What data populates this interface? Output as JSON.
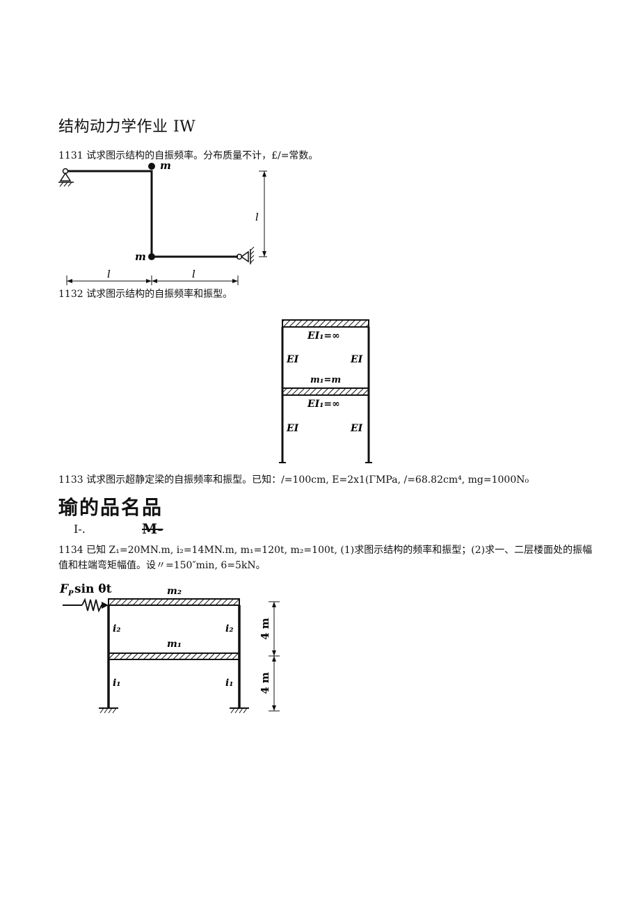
{
  "title": "结构动力学作业 IW",
  "problems": [
    {
      "id": "1131",
      "text": "1131 试求图示结构的自振频率。分布质量不计，£/=常数。",
      "labels": {
        "mass_top": "m",
        "mass_bottom": "m",
        "span_left": "l",
        "span_right": "l",
        "height": "l"
      }
    },
    {
      "id": "1132",
      "text": "1132 试求图示结构的自振频率和振型。",
      "labels": {
        "beam_top": "EI₁=∞",
        "col_tl": "EI",
        "col_tr": "EI",
        "mass": "m₁=m",
        "beam_bot": "EI₁=∞",
        "col_bl": "EI",
        "col_br": "EI"
      }
    },
    {
      "id": "1133",
      "text": "1133 试求图示超静定梁的自振频率和振型。已知：/=100cm, E=2x1(ΓMPa, /=68.82cm⁴, mg=1000N₀"
    },
    {
      "id": "1134",
      "text": "1134 已知 Z₁=20MN.m, i₂=14MN.m, m₁=120t, m₂=100t, (1)求图示结构的频率和振型；(2)求一、二层楼面处的振幅值和柱端弯矩幅值。设〃=150″min, 6=5kN。",
      "labels": {
        "force": "F",
        "force_sub": "P",
        "force_rest": "sin θt",
        "m2": "m₂",
        "m1": "m₁",
        "i2_left": "i₂",
        "i2_right": "i₂",
        "i1_left": "i₁",
        "i1_right": "i₁",
        "h_top": "4 m",
        "h_bot": "4 m"
      }
    }
  ],
  "garbled": {
    "line1": "瑜的品名品",
    "line2": "I-.",
    "line3": "M-"
  }
}
